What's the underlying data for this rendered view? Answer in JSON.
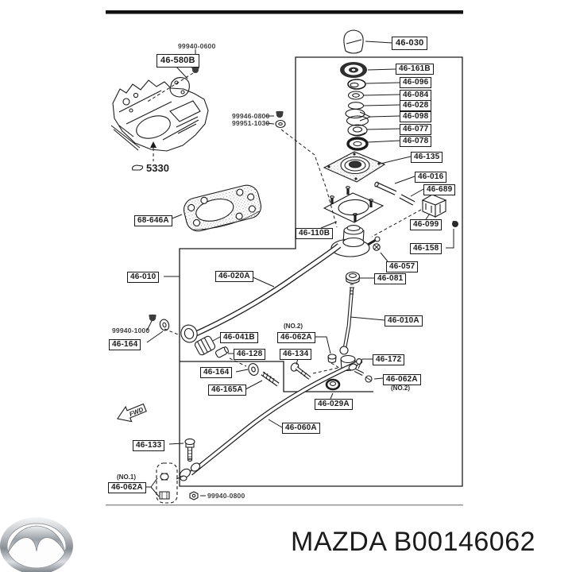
{
  "footer": {
    "title": "MAZDA B00146062",
    "brand": "Mazda",
    "logo_icon": "mazda-wing-logo"
  },
  "colors": {
    "line": "#1c1c1c",
    "title_text": "#1b1b1b",
    "logo_chrome": "#b9bcc0"
  },
  "diagram": {
    "description": "Exploded parts diagram of gear shift lever and control rod linkage",
    "boxed_labels": [
      {
        "text": "46-580B"
      },
      {
        "text": "46-030"
      },
      {
        "text": "46-161B"
      },
      {
        "text": "46-096"
      },
      {
        "text": "46-084"
      },
      {
        "text": "46-028"
      },
      {
        "text": "46-098"
      },
      {
        "text": "46-077"
      },
      {
        "text": "46-078"
      },
      {
        "text": "46-135"
      },
      {
        "text": "46-016"
      },
      {
        "text": "46-689"
      },
      {
        "text": "46-099"
      },
      {
        "text": "46-158"
      },
      {
        "text": "46-110B"
      },
      {
        "text": "46-057"
      },
      {
        "text": "46-081"
      },
      {
        "text": "68-646A"
      },
      {
        "text": "46-010"
      },
      {
        "text": "46-020A"
      },
      {
        "text": "46-010A"
      },
      {
        "text": "46-164"
      },
      {
        "text": "46-041B"
      },
      {
        "text": "46-128"
      },
      {
        "text": "46-062A"
      },
      {
        "text": "46-134"
      },
      {
        "text": "46-164"
      },
      {
        "text": "46-165A"
      },
      {
        "text": "46-172"
      },
      {
        "text": "46-062A"
      },
      {
        "text": "46-029A"
      },
      {
        "text": "46-060A"
      },
      {
        "text": "46-133"
      },
      {
        "text": "46-062A"
      }
    ],
    "plain_labels": [
      {
        "text": "99940-0600"
      },
      {
        "text": "99946-0800"
      },
      {
        "text": "99951-1030"
      },
      {
        "text": "99940-1000"
      },
      {
        "text": "99940-0800"
      },
      {
        "text": "5330"
      }
    ],
    "annotations": {
      "no1": "(NO.1)",
      "no2": "(NO.2)",
      "fwd": "FWD"
    }
  }
}
